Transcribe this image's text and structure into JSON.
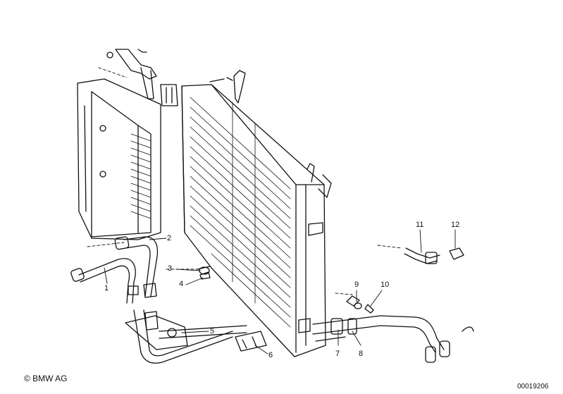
{
  "callouts": {
    "c1": "1",
    "c2": "2",
    "c3": "3",
    "c4": "4",
    "c5": "5",
    "c6": "6",
    "c7": "7",
    "c8": "8",
    "c9": "9",
    "c10": "10",
    "c11": "11",
    "c12": "12"
  },
  "footer": {
    "copyright": "© BMW AG",
    "diagram_number": "00019206"
  }
}
